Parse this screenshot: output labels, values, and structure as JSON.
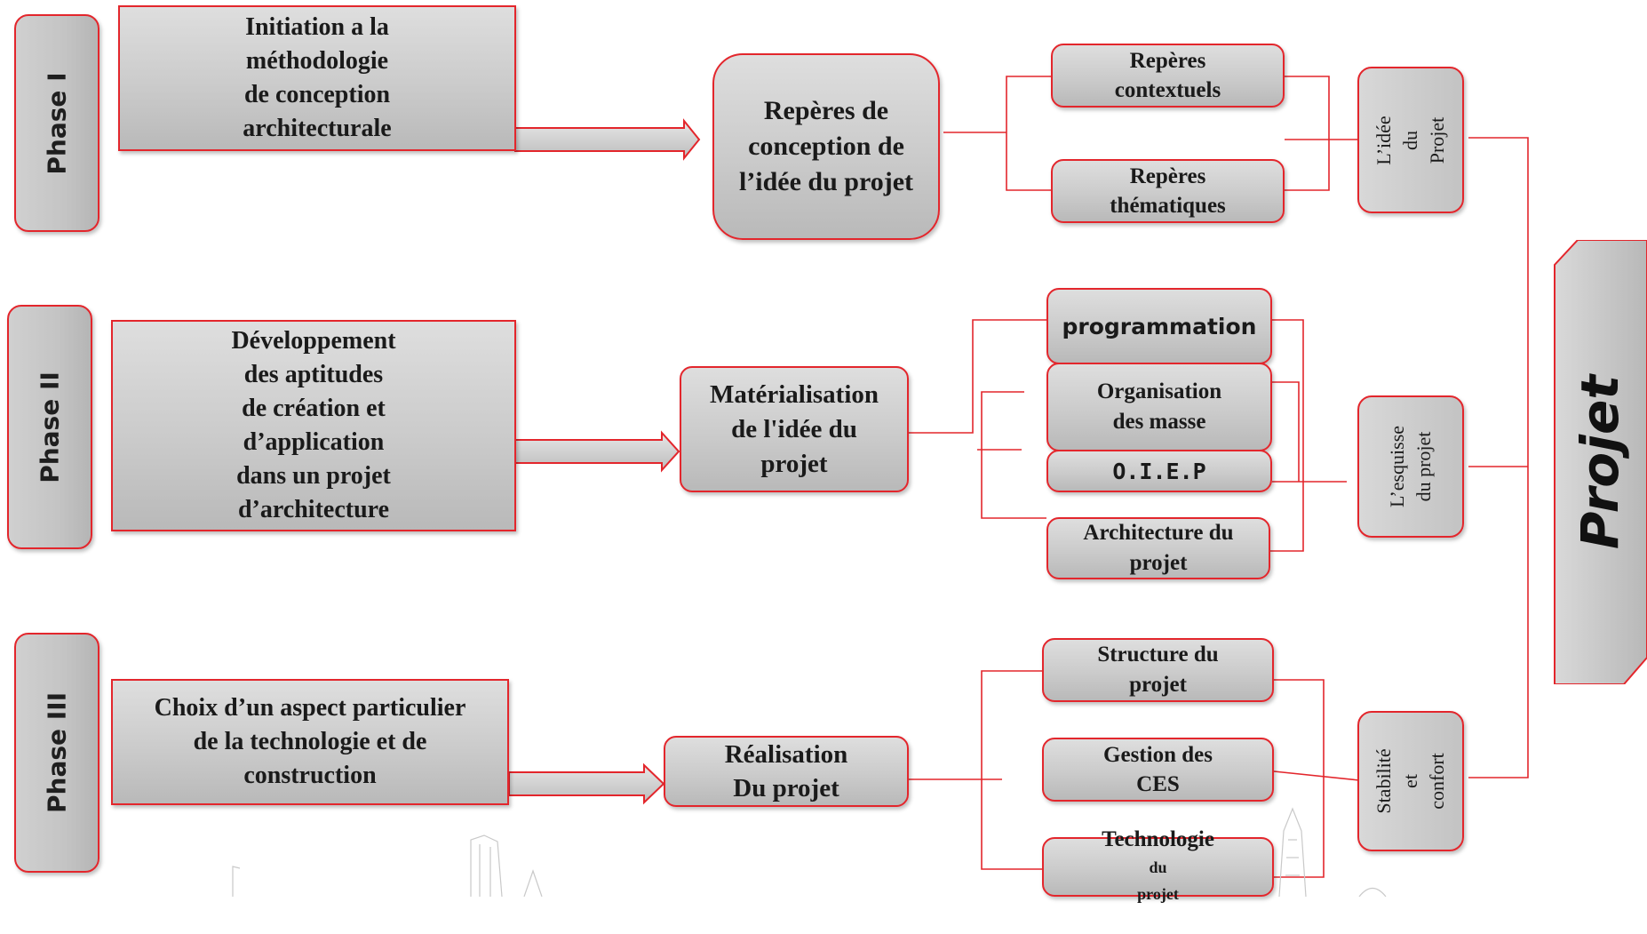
{
  "colors": {
    "accent": "#e3262c",
    "box_fill": "#cbcbcb",
    "text": "#1a1a1a"
  },
  "phases": [
    "Phase I",
    "Phase II",
    "Phase III"
  ],
  "phase_descriptions": [
    "Initiation a la\nméthodologie\nde conception\narchitecturale",
    "Développement\ndes aptitudes\nde création et\nd’application\ndans un projet\nd’architecture",
    "Choix d’un aspect particulier\nde la technologie et de\nconstruction"
  ],
  "center_boxes": [
    "Repères de\nconception de\nl’idée du projet",
    "Matérialisation\nde l'idée du\nprojet",
    "Réalisation\nDu projet"
  ],
  "sub_boxes": {
    "reperes_contextuels": "Repères\ncontextuels",
    "reperes_thematiques": "Repères\nthématiques",
    "programmation": "programmation",
    "organisation": "Organisation\ndes masse",
    "oiep": "O.I.E.P",
    "architecture": "Architecture du\nprojet",
    "structure": "Structure du\nprojet",
    "gestion": "Gestion des\nCES",
    "technologie": "Technologie",
    "technologie_small": "du",
    "technologie_line2": "projet"
  },
  "side_boxes": [
    "L’idée du\nProjet",
    "L’esquisse\ndu projet",
    "Stabilité\net confort"
  ],
  "final_label": "Projet"
}
